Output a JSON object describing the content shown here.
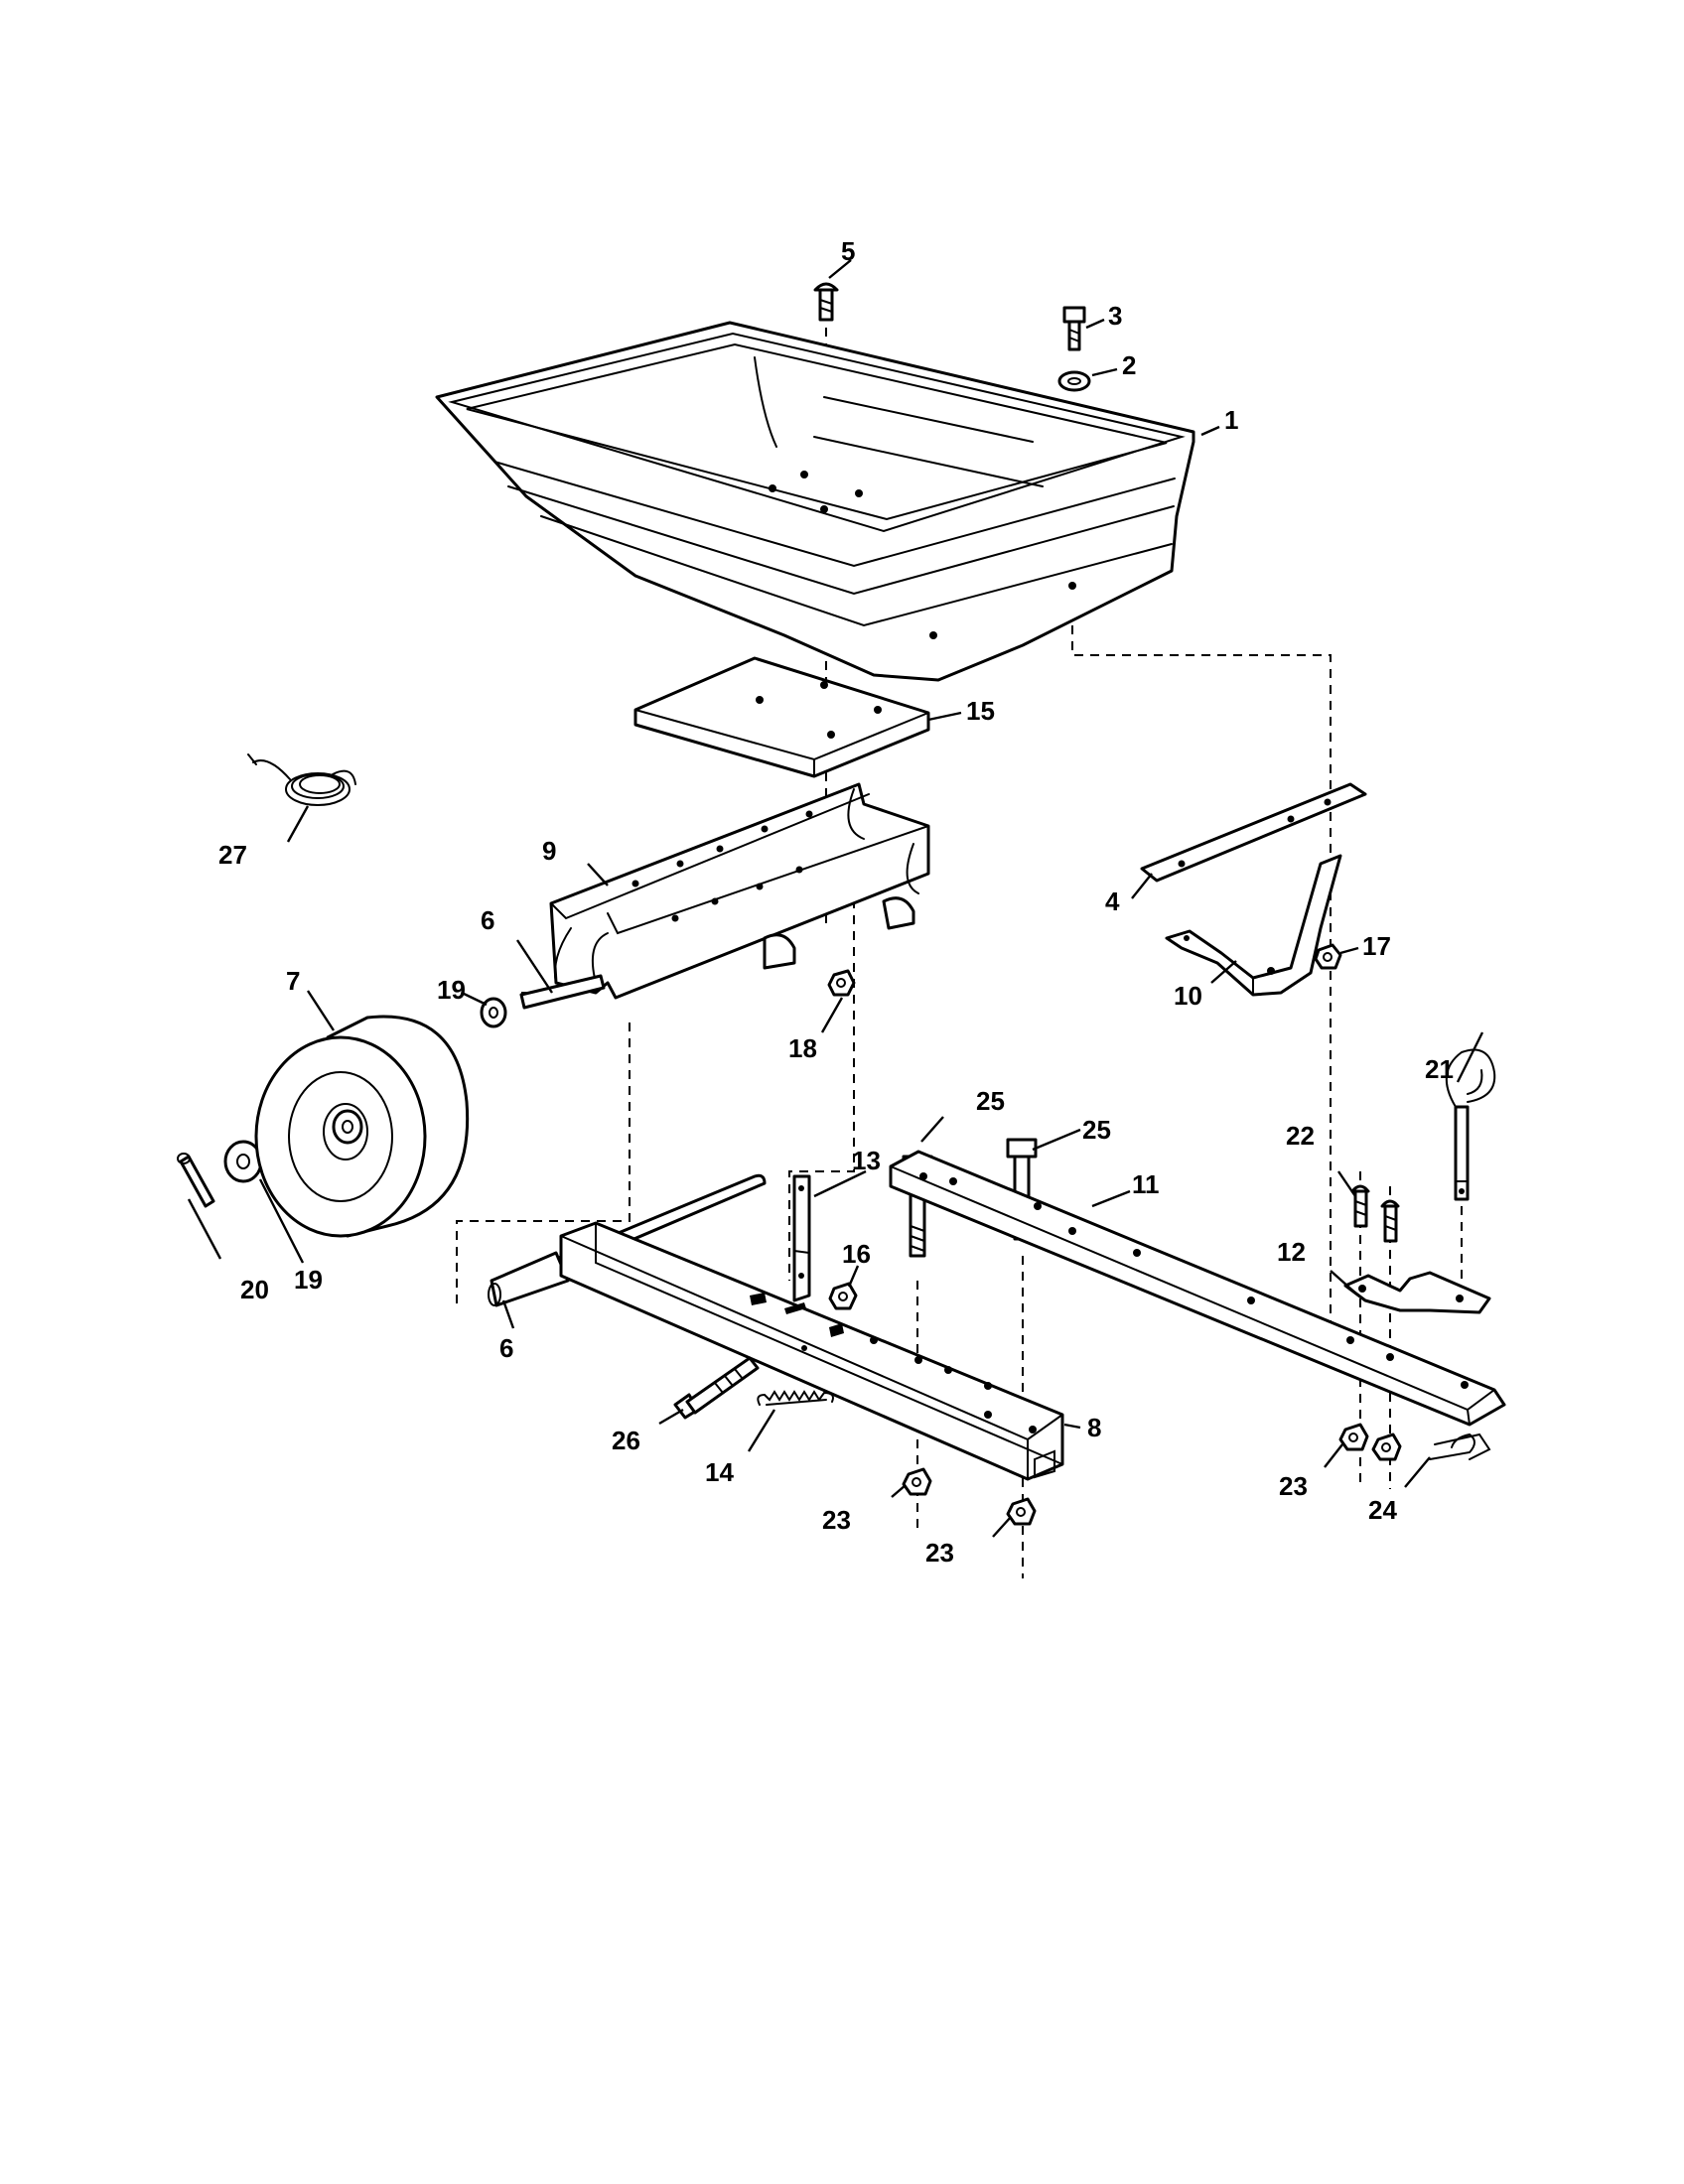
{
  "diagram": {
    "type": "exploded-parts-diagram",
    "callouts": [
      {
        "id": "c1",
        "label": "1"
      },
      {
        "id": "c2",
        "label": "2"
      },
      {
        "id": "c3",
        "label": "3"
      },
      {
        "id": "c4",
        "label": "4"
      },
      {
        "id": "c5",
        "label": "5"
      },
      {
        "id": "c6a",
        "label": "6"
      },
      {
        "id": "c6b",
        "label": "6"
      },
      {
        "id": "c7",
        "label": "7"
      },
      {
        "id": "c8",
        "label": "8"
      },
      {
        "id": "c9",
        "label": "9"
      },
      {
        "id": "c10",
        "label": "10"
      },
      {
        "id": "c11",
        "label": "11"
      },
      {
        "id": "c12",
        "label": "12"
      },
      {
        "id": "c13",
        "label": "13"
      },
      {
        "id": "c14",
        "label": "14"
      },
      {
        "id": "c15",
        "label": "15"
      },
      {
        "id": "c16",
        "label": "16"
      },
      {
        "id": "c17",
        "label": "17"
      },
      {
        "id": "c18",
        "label": "18"
      },
      {
        "id": "c19a",
        "label": "19"
      },
      {
        "id": "c19b",
        "label": "19"
      },
      {
        "id": "c20",
        "label": "20"
      },
      {
        "id": "c21",
        "label": "21"
      },
      {
        "id": "c22",
        "label": "22"
      },
      {
        "id": "c23a",
        "label": "23"
      },
      {
        "id": "c23b",
        "label": "23"
      },
      {
        "id": "c23c",
        "label": "23"
      },
      {
        "id": "c24",
        "label": "24"
      },
      {
        "id": "c25a",
        "label": "25"
      },
      {
        "id": "c25b",
        "label": "25"
      },
      {
        "id": "c26",
        "label": "26"
      },
      {
        "id": "c27",
        "label": "27"
      }
    ]
  }
}
